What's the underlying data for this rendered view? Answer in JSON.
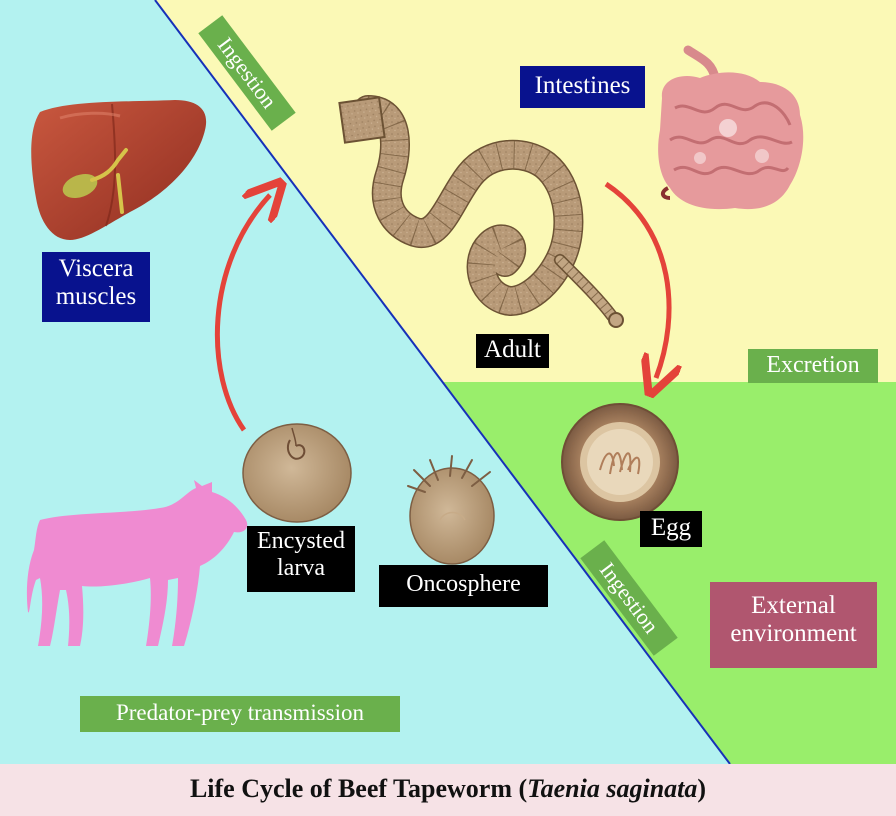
{
  "title": {
    "prefix": "Life Cycle of Beef Tapeworm (",
    "species": "Taenia saginata",
    "suffix": ")"
  },
  "labels": {
    "intestines": "Intestines",
    "viscera_line1": "Viscera",
    "viscera_line2": "muscles",
    "adult": "Adult",
    "excretion": "Excretion",
    "egg": "Egg",
    "encysted_line1": "Encysted",
    "encysted_line2": "larva",
    "oncosphere": "Oncosphere",
    "external_line1": "External",
    "external_line2": "environment",
    "predator_prey": "Predator-prey transmission",
    "ingestion_top": "Ingestion",
    "ingestion_bottom": "Ingestion"
  },
  "colors": {
    "host_zone": "#b3f2f0",
    "adult_zone": "#fbf9b6",
    "environment_zone": "#99ee6b",
    "arrow": "#e4433a",
    "divider": "#1731b8",
    "label_navy": "#08128e",
    "label_green": "#6ab04c",
    "label_mauve": "#b0566f",
    "footer": "#f6e2e6"
  },
  "icons": [
    "liver-icon",
    "intestines-icon",
    "tapeworm-icon",
    "egg-icon",
    "oncosphere-icon",
    "encysted-larva-icon",
    "cow-icon"
  ]
}
